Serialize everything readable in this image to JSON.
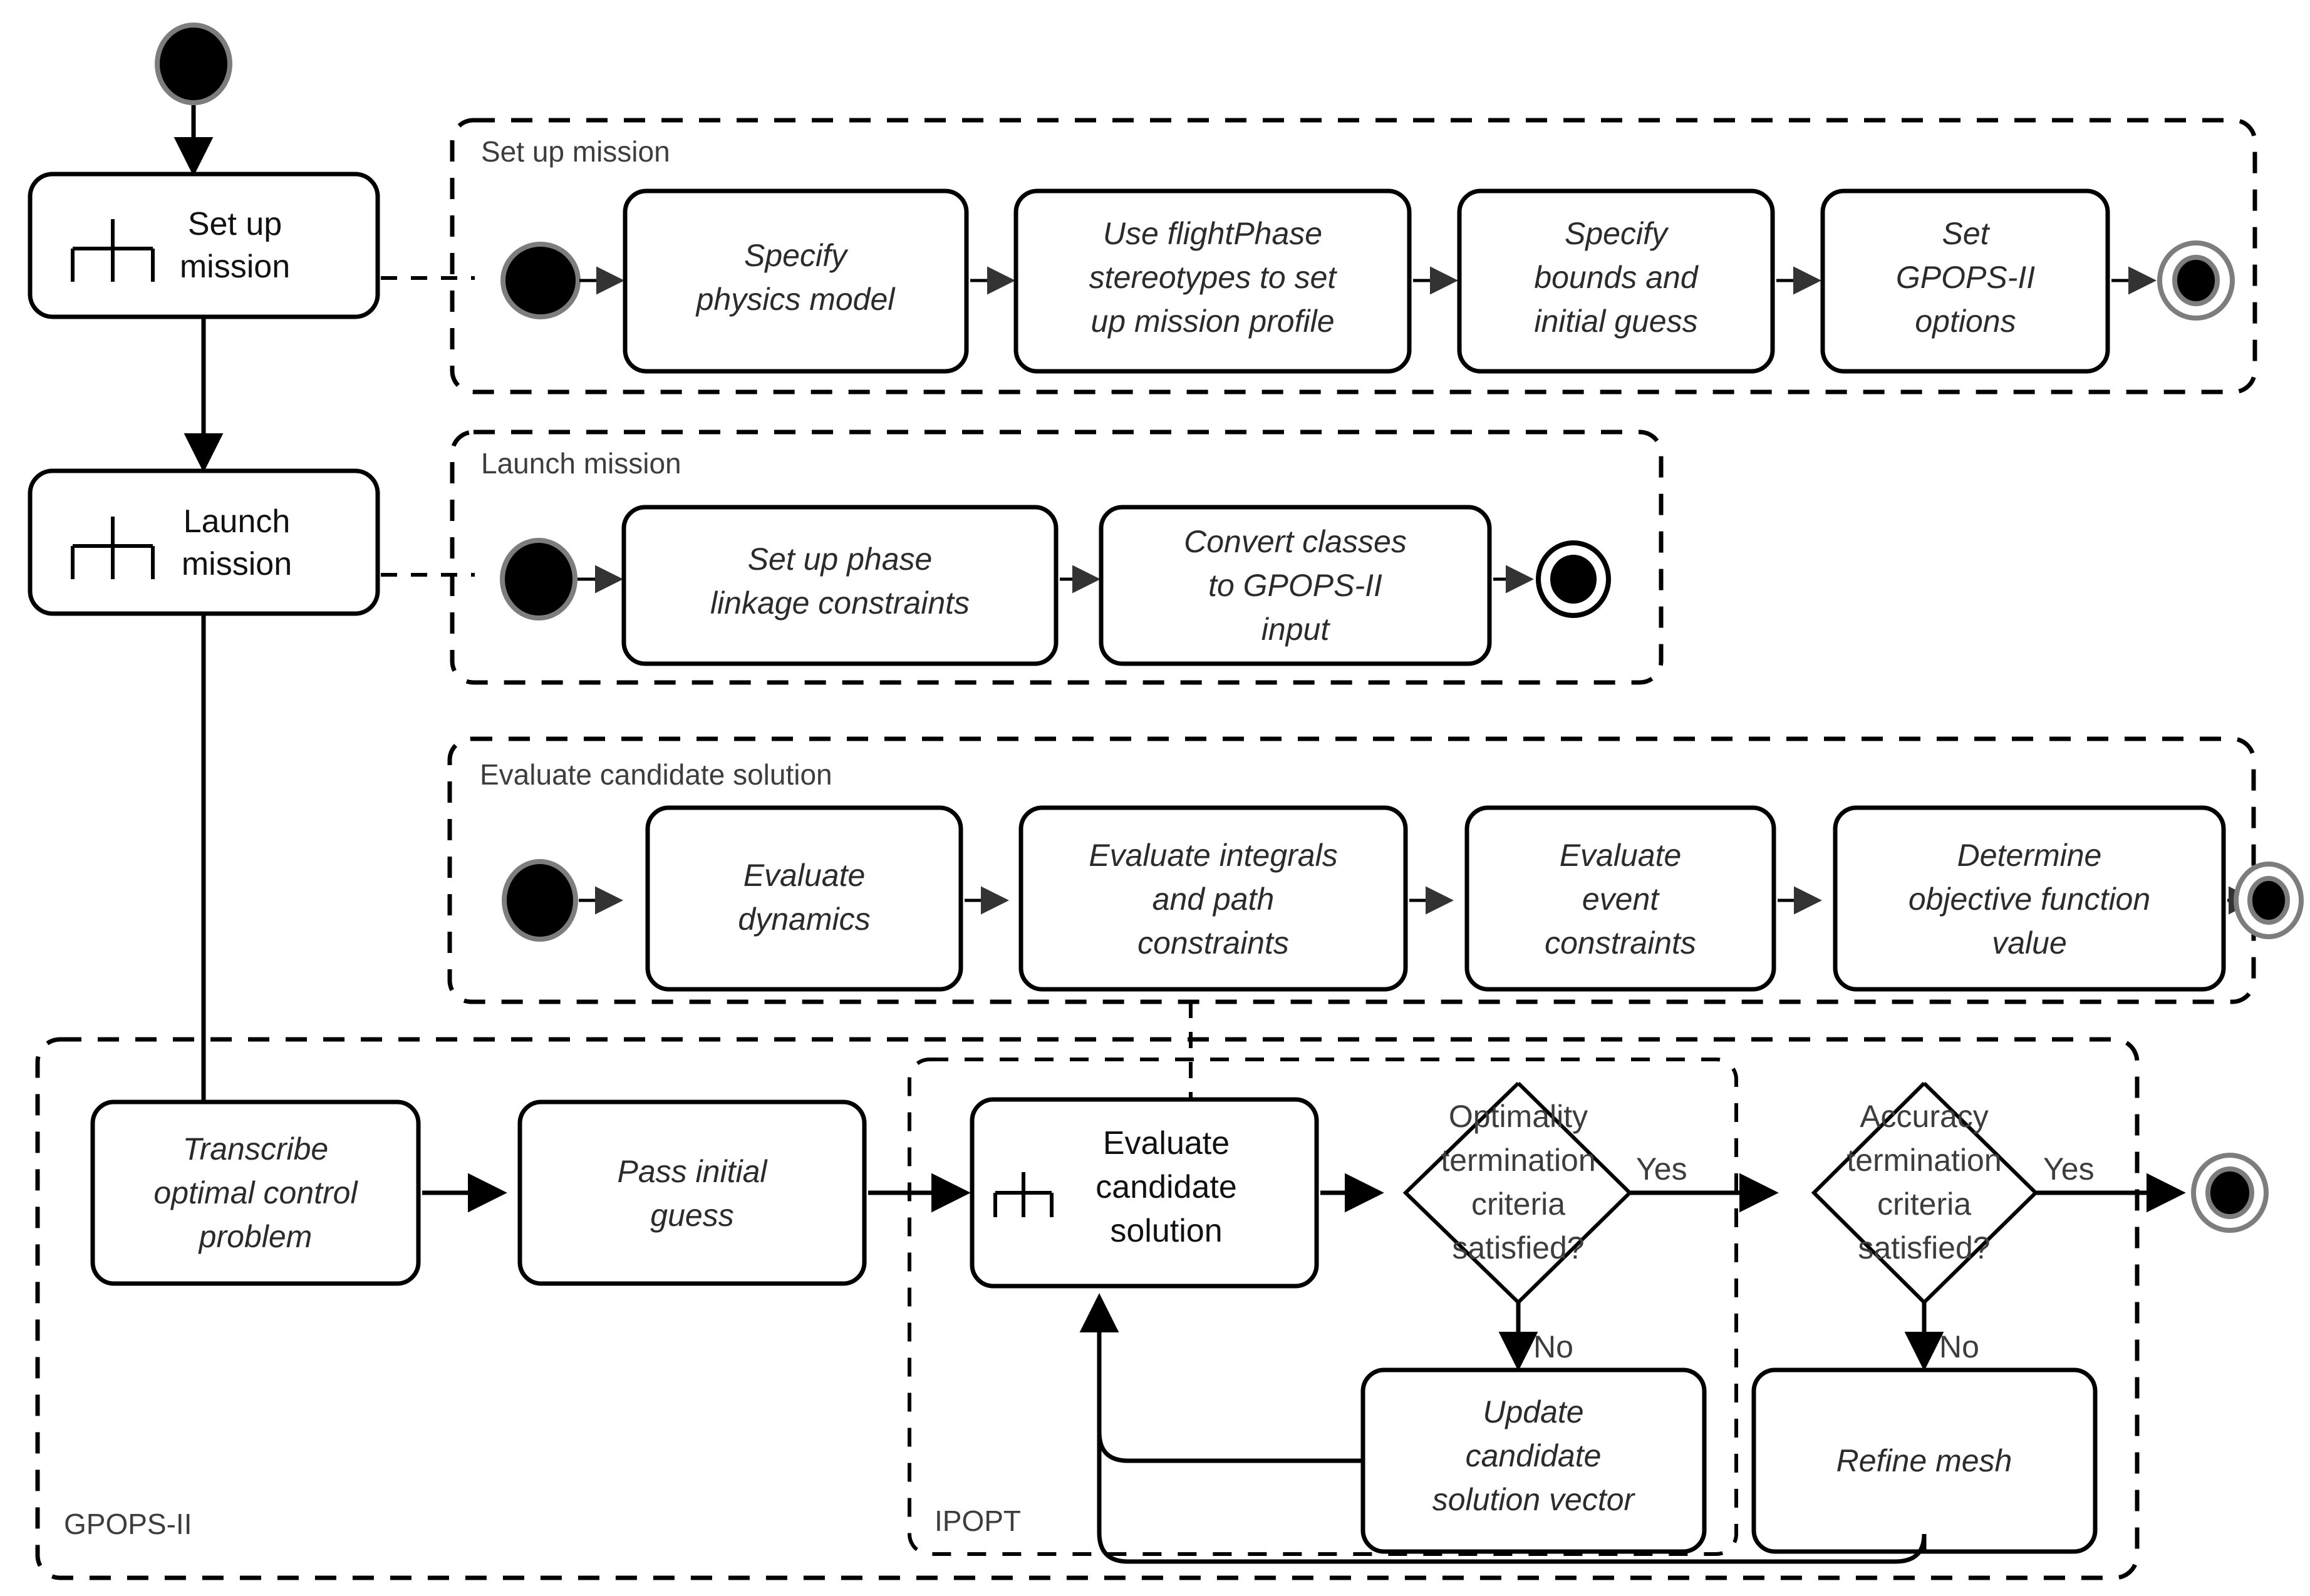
{
  "diagram": {
    "type": "uml-activity-diagram",
    "title": "GPOPS-II mission optimization activity flow"
  },
  "main_flow": {
    "initial_node": "initial-node",
    "activities": [
      {
        "id": "set-up-mission",
        "label_line1": "Set up",
        "label_line2": "mission",
        "has_rake": true
      },
      {
        "id": "launch-mission",
        "label_line1": "Launch",
        "label_line2": "mission",
        "has_rake": true
      }
    ]
  },
  "partitions": [
    {
      "id": "set-up-mission-partition",
      "label": "Set up mission",
      "nodes": [
        {
          "type": "initial"
        },
        {
          "type": "action",
          "lines": [
            "Specify",
            "physics model"
          ]
        },
        {
          "type": "action",
          "lines": [
            "Use flightPhase",
            "stereotypes to set",
            "up mission profile"
          ]
        },
        {
          "type": "action",
          "lines": [
            "Specify",
            "bounds and",
            "initial guess"
          ]
        },
        {
          "type": "action",
          "lines": [
            "Set",
            "GPOPS-II",
            "options"
          ]
        },
        {
          "type": "final"
        }
      ]
    },
    {
      "id": "launch-mission-partition",
      "label": "Launch mission",
      "nodes": [
        {
          "type": "initial"
        },
        {
          "type": "action",
          "lines": [
            "Set up phase",
            "linkage constraints"
          ]
        },
        {
          "type": "action",
          "lines": [
            "Convert classes",
            "to GPOPS-II",
            "input"
          ]
        },
        {
          "type": "final"
        }
      ]
    },
    {
      "id": "evaluate-candidate-solution-partition",
      "label": "Evaluate candidate solution",
      "nodes": [
        {
          "type": "initial"
        },
        {
          "type": "action",
          "lines": [
            "Evaluate",
            "dynamics"
          ]
        },
        {
          "type": "action",
          "lines": [
            "Evaluate integrals",
            "and path",
            "constraints"
          ]
        },
        {
          "type": "action",
          "lines": [
            "Evaluate",
            "event",
            "constraints"
          ]
        },
        {
          "type": "action",
          "lines": [
            "Determine",
            "objective function",
            "value"
          ]
        },
        {
          "type": "final"
        }
      ]
    },
    {
      "id": "gpops-ii-partition",
      "label": "GPOPS-II",
      "nodes": [
        {
          "type": "action",
          "lines": [
            "Transcribe",
            "optimal control",
            "problem"
          ]
        },
        {
          "type": "action",
          "lines": [
            "Pass initial",
            "guess"
          ]
        },
        {
          "type": "action",
          "lines": [
            "Refine mesh"
          ]
        },
        {
          "type": "final"
        }
      ]
    },
    {
      "id": "ipopt-partition",
      "label": "IPOPT",
      "nodes": [
        {
          "type": "action",
          "lines": [
            "Evaluate",
            "candidate",
            "solution"
          ],
          "has_rake": true
        },
        {
          "type": "action",
          "lines": [
            "Update",
            "candidate",
            "solution vector"
          ]
        }
      ]
    }
  ],
  "decisions": [
    {
      "id": "optimality-decision",
      "lines": [
        "Optimality",
        "termination",
        "criteria",
        "satisfied?"
      ],
      "yes_label": "Yes",
      "no_label": "No"
    },
    {
      "id": "accuracy-decision",
      "lines": [
        "Accuracy",
        "termination",
        "criteria",
        "satisfied?"
      ],
      "yes_label": "Yes",
      "no_label": "No"
    }
  ],
  "labels": {
    "set_up_mission_partition": "Set up mission",
    "launch_mission_partition": "Launch mission",
    "evaluate_candidate_partition": "Evaluate candidate solution",
    "gpops_partition": "GPOPS-II",
    "ipopt_partition": "IPOPT",
    "a_set_up_1": "Set up",
    "a_set_up_2": "mission",
    "a_launch_1": "Launch",
    "a_launch_2": "mission",
    "p1_n1_1": "Specify",
    "p1_n1_2": "physics model",
    "p1_n2_1": "Use flightPhase",
    "p1_n2_2": "stereotypes to set",
    "p1_n2_3": "up mission profile",
    "p1_n3_1": "Specify",
    "p1_n3_2": "bounds and",
    "p1_n3_3": "initial guess",
    "p1_n4_1": "Set",
    "p1_n4_2": "GPOPS-II",
    "p1_n4_3": "options",
    "p2_n1_1": "Set up phase",
    "p2_n1_2": "linkage constraints",
    "p2_n2_1": "Convert classes",
    "p2_n2_2": "to GPOPS-II",
    "p2_n2_3": "input",
    "p3_n1_1": "Evaluate",
    "p3_n1_2": "dynamics",
    "p3_n2_1": "Evaluate integrals",
    "p3_n2_2": "and path",
    "p3_n2_3": "constraints",
    "p3_n3_1": "Evaluate",
    "p3_n3_2": "event",
    "p3_n3_3": "constraints",
    "p3_n4_1": "Determine",
    "p3_n4_2": "objective function",
    "p3_n4_3": "value",
    "g_n1_1": "Transcribe",
    "g_n1_2": "optimal control",
    "g_n1_3": "problem",
    "g_n2_1": "Pass initial",
    "g_n2_2": "guess",
    "g_refine": "Refine mesh",
    "i_n1_1": "Evaluate",
    "i_n1_2": "candidate",
    "i_n1_3": "solution",
    "i_n2_1": "Update",
    "i_n2_2": "candidate",
    "i_n2_3": "solution vector",
    "d1_1": "Optimality",
    "d1_2": "termination",
    "d1_3": "criteria",
    "d1_4": "satisfied?",
    "d2_1": "Accuracy",
    "d2_2": "termination",
    "d2_3": "criteria",
    "d2_4": "satisfied?",
    "yes1": "Yes",
    "no1": "No",
    "yes2": "Yes",
    "no2": "No"
  },
  "colors": {
    "stroke": "#000000",
    "text_dark": "#2b2b2b",
    "text_gray": "#3d3d3d",
    "node_ring": "#7d7d7d",
    "background": "#ffffff"
  }
}
